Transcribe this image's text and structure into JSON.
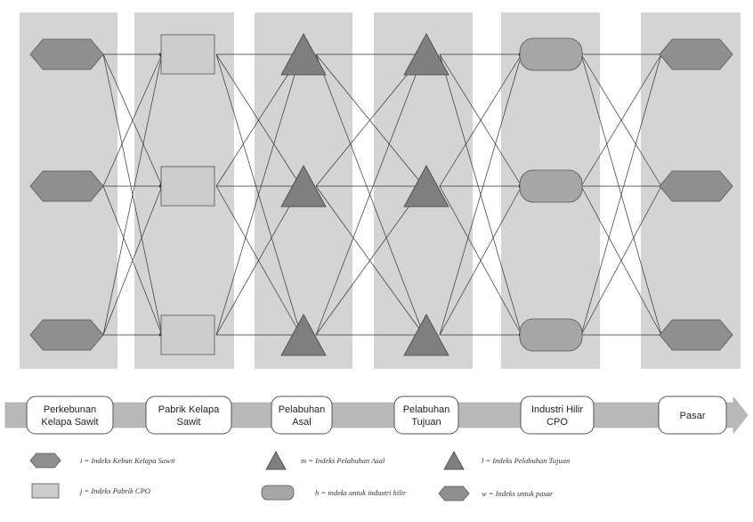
{
  "stages": [
    {
      "id": "plantation",
      "label_lines": [
        "Perkebunan",
        "Kelapa Sawit"
      ],
      "shape": "hexagon"
    },
    {
      "id": "mill",
      "label_lines": [
        "Pabrik Kelapa",
        "Sawit"
      ],
      "shape": "square"
    },
    {
      "id": "origin-port",
      "label_lines": [
        "Pelabuhan",
        "Asal"
      ],
      "shape": "triangle"
    },
    {
      "id": "destination-port",
      "label_lines": [
        "Pelabuhan",
        "Tujuan"
      ],
      "shape": "triangle"
    },
    {
      "id": "downstream-industry",
      "label_lines": [
        "Industri Hilir",
        "CPO"
      ],
      "shape": "rounded"
    },
    {
      "id": "market",
      "label_lines": [
        "Pasar"
      ],
      "shape": "hexagon"
    }
  ],
  "legend": [
    {
      "shape": "hexagon",
      "text": "i = Indeks Kebun Kelapa Sawit"
    },
    {
      "shape": "square",
      "text": "j = Indeks Pabrik CPO"
    },
    {
      "shape": "triangle",
      "text": "m = Indeks Pelabuhan Asal"
    },
    {
      "shape": "rounded",
      "text": "h = indeks untuk industri hilir"
    },
    {
      "shape": "triangle",
      "text": "l = Indeks Pelabuhan Tujuan"
    },
    {
      "shape": "hexagon",
      "text": "w = Indeks untuk pasar"
    }
  ],
  "colors": {
    "band": "#d4d4d4",
    "hexagon": "#8f8f8f",
    "square": "#cccccc",
    "triangle": "#7f7f7f",
    "rounded": "#a6a6a6",
    "arrow": "#b9b9b9",
    "line": "#333333"
  }
}
